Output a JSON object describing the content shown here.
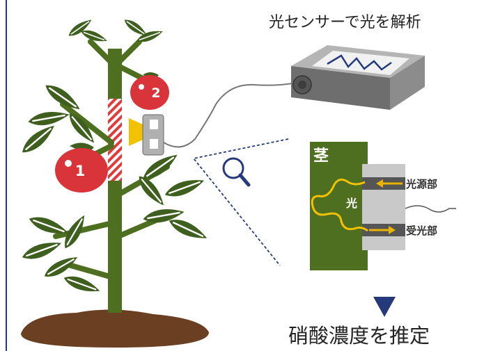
{
  "header": {
    "sensor_caption": "光センサーで光を解析"
  },
  "footer": {
    "result_caption": "硝酸濃度を推定"
  },
  "diagram": {
    "stem_label": "茎",
    "light_label": "光",
    "light_source_label": "光源部",
    "receiver_label": "受光部",
    "tomato_1": "1",
    "tomato_2": "2"
  },
  "colors": {
    "leaf": "#3f5f1f",
    "stem": "#4e6e20",
    "tomato": "#d8343a",
    "soil": "#6b3f22",
    "arrow": "#e8b400",
    "accent_navy": "#243a7a"
  }
}
